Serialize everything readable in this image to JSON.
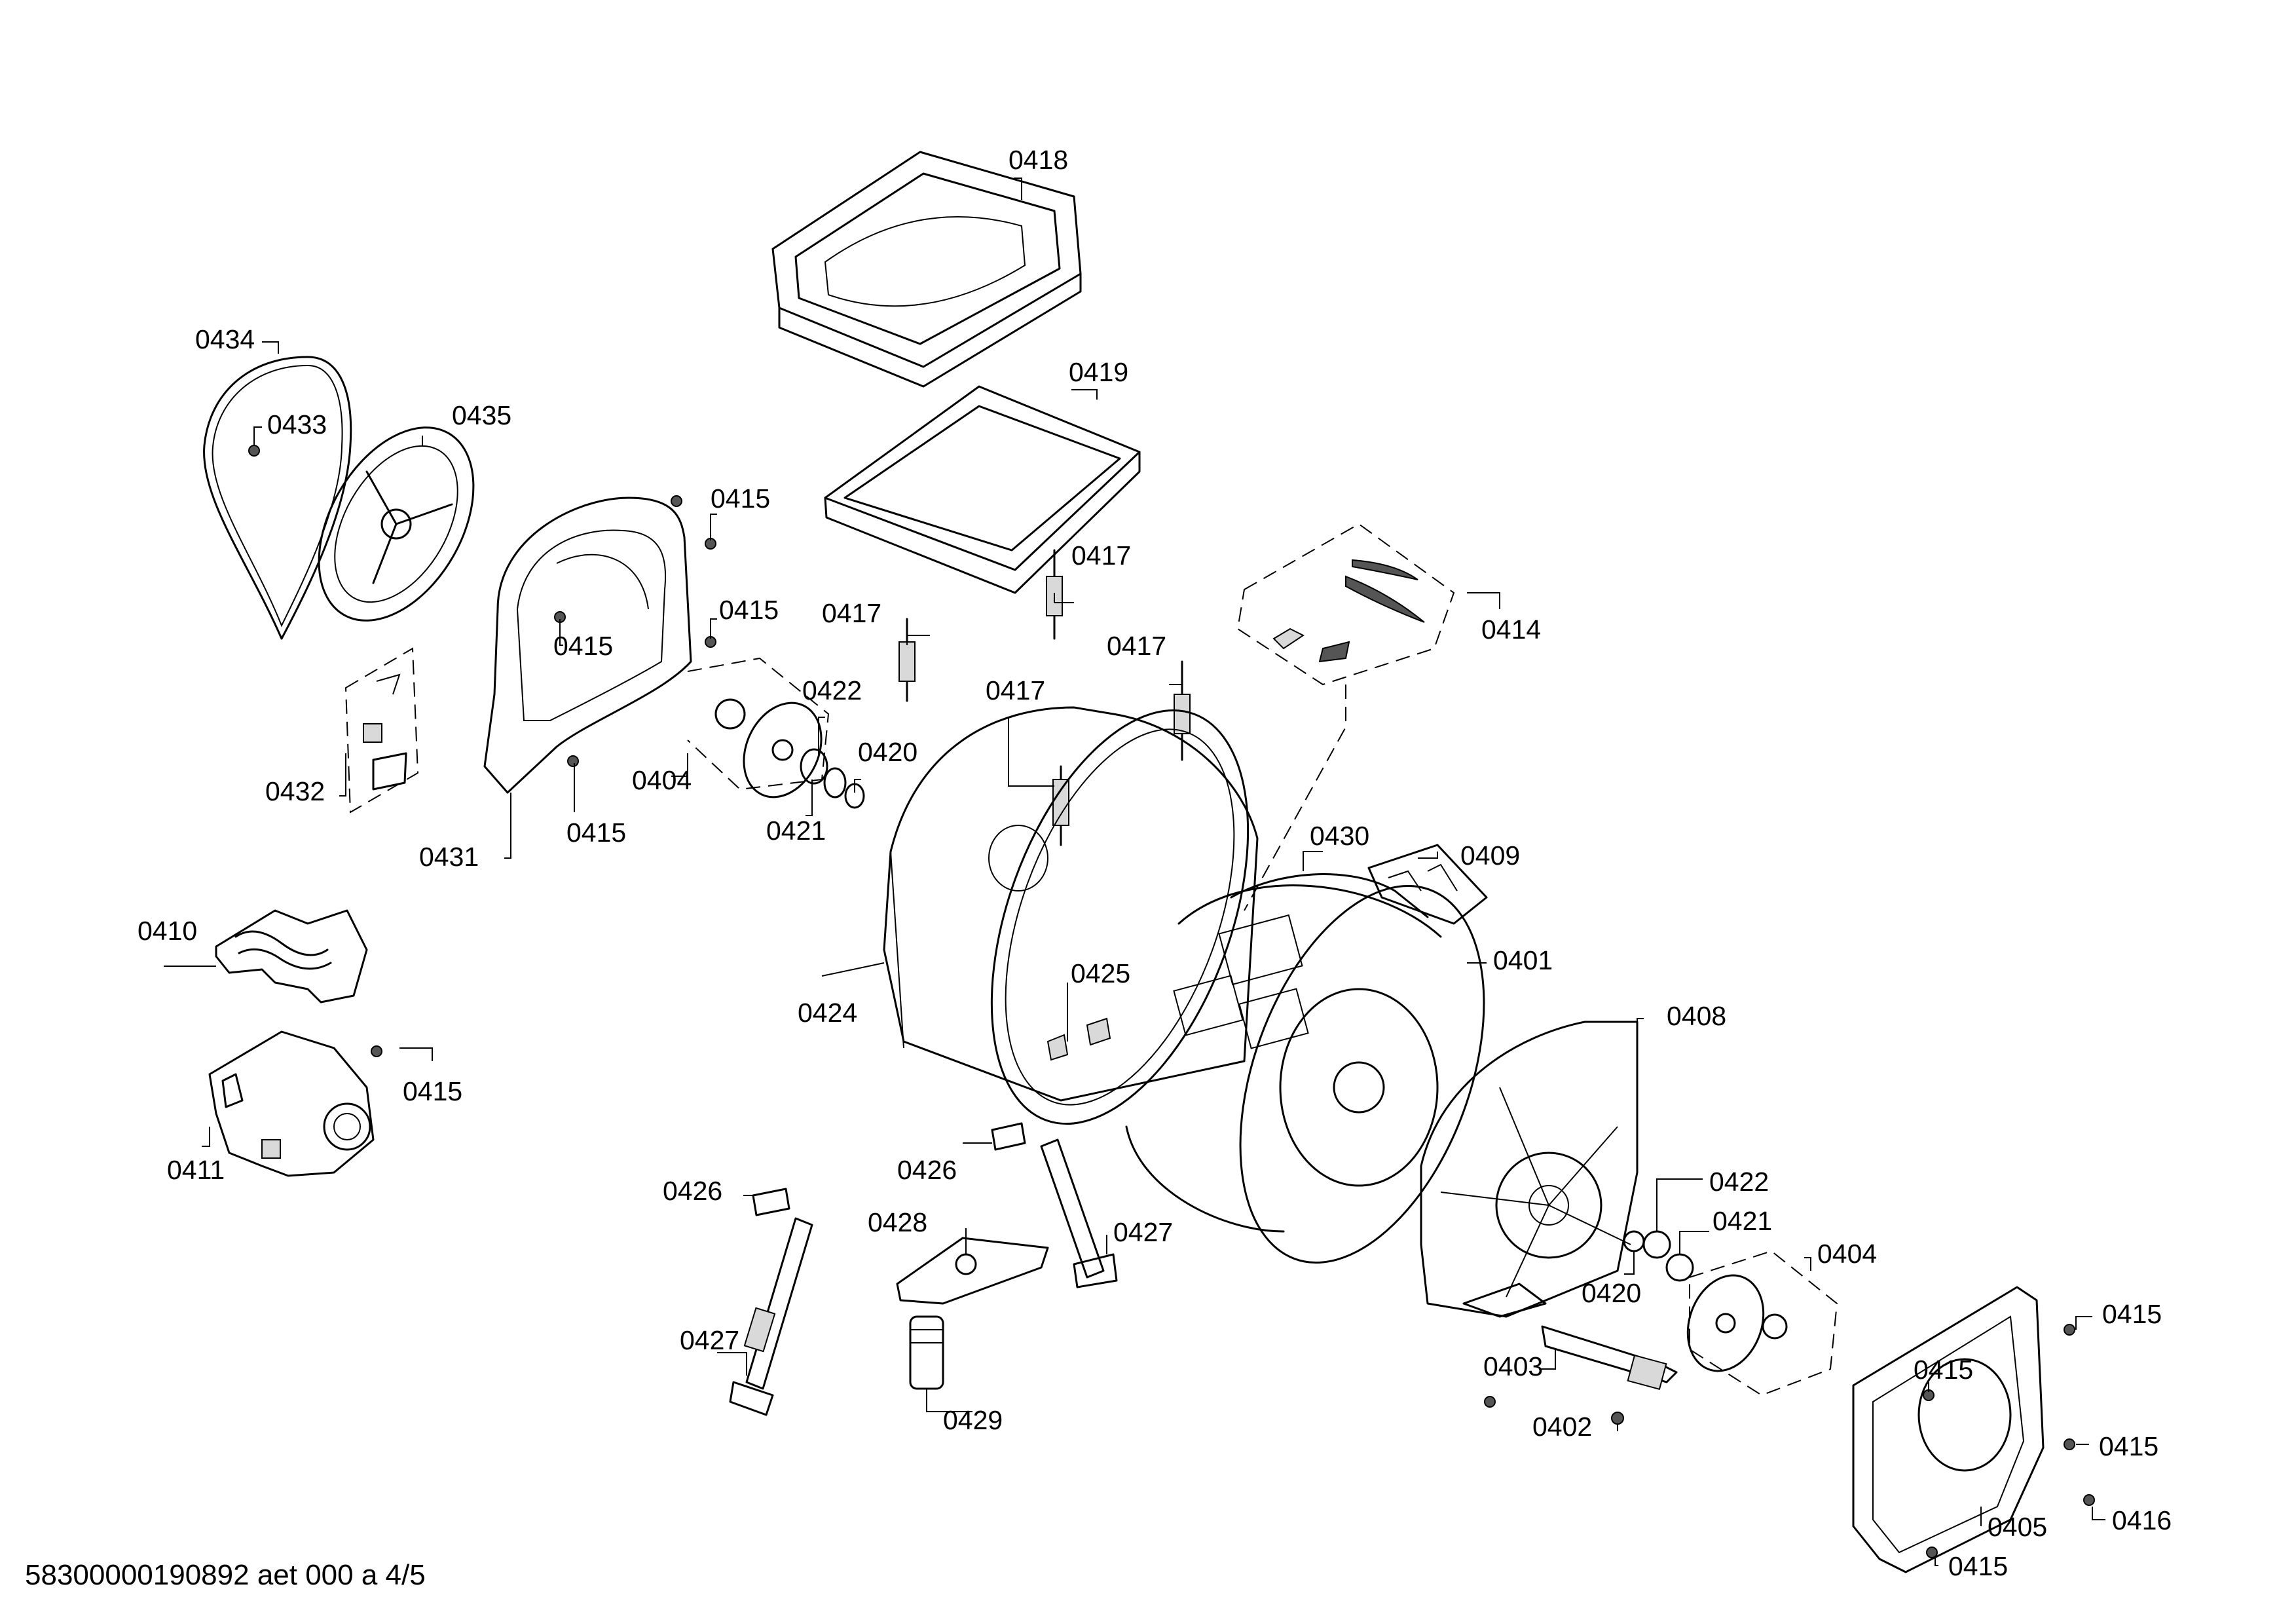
{
  "document_id": "58300000190892 aet 000 a 4/5",
  "callouts": [
    "0418",
    "0419",
    "0434",
    "0433",
    "0435",
    "0415",
    "0415",
    "0415",
    "0415",
    "0417",
    "0417",
    "0417",
    "0417",
    "0414",
    "0422",
    "0420",
    "0404",
    "0421",
    "0432",
    "0431",
    "0430",
    "0409",
    "0410",
    "0401",
    "0425",
    "0424",
    "0408",
    "0415",
    "0411",
    "0426",
    "0426",
    "0422",
    "0428",
    "0427",
    "0421",
    "0404",
    "0420",
    "0415",
    "0427",
    "0403",
    "0415",
    "0429",
    "0402",
    "0415",
    "0416",
    "0405",
    "0415"
  ]
}
